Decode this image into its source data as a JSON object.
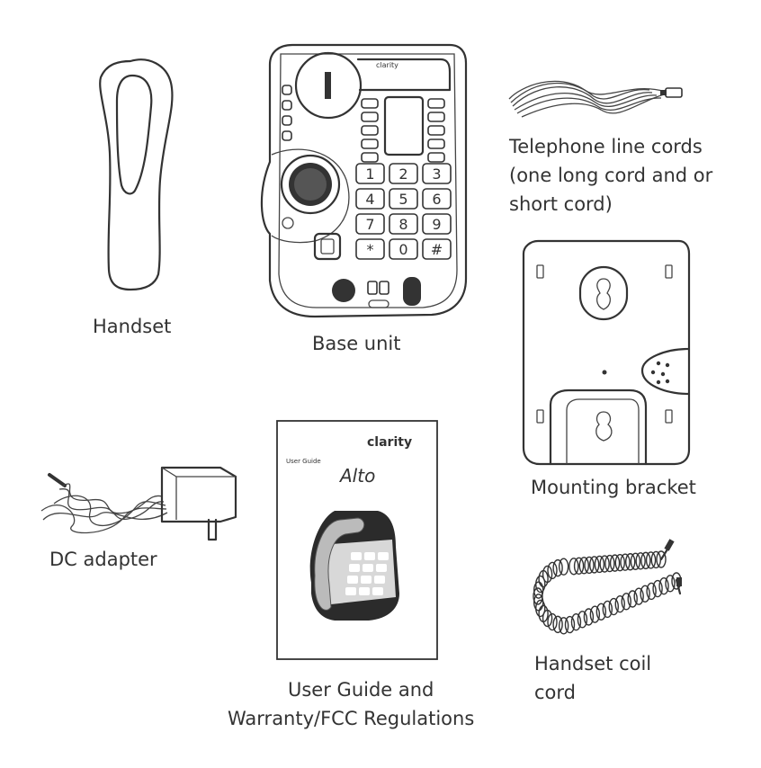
{
  "items": {
    "handset": {
      "label": "Handset"
    },
    "base_unit": {
      "label": "Base unit",
      "brand": "clarity",
      "keys": [
        "1",
        "2",
        "3",
        "4",
        "5",
        "6",
        "7",
        "8",
        "9",
        "*",
        "0",
        "#"
      ]
    },
    "line_cords": {
      "label_lines": [
        "Telephone line cords",
        "(one long cord and or",
        "short cord)"
      ]
    },
    "mounting_bracket": {
      "label": "Mounting bracket"
    },
    "dc_adapter": {
      "label": "DC adapter"
    },
    "user_guide": {
      "label_lines": [
        "User Guide and",
        "Warranty/FCC Regulations"
      ],
      "brand": "clarity",
      "cover_title": "User Guide",
      "model": "Alto"
    },
    "coil_cord": {
      "label_lines": [
        "Handset coil",
        "cord"
      ]
    }
  },
  "colors": {
    "line": "#333333",
    "background": "#ffffff",
    "fill_dark": "#2b2b2b"
  }
}
